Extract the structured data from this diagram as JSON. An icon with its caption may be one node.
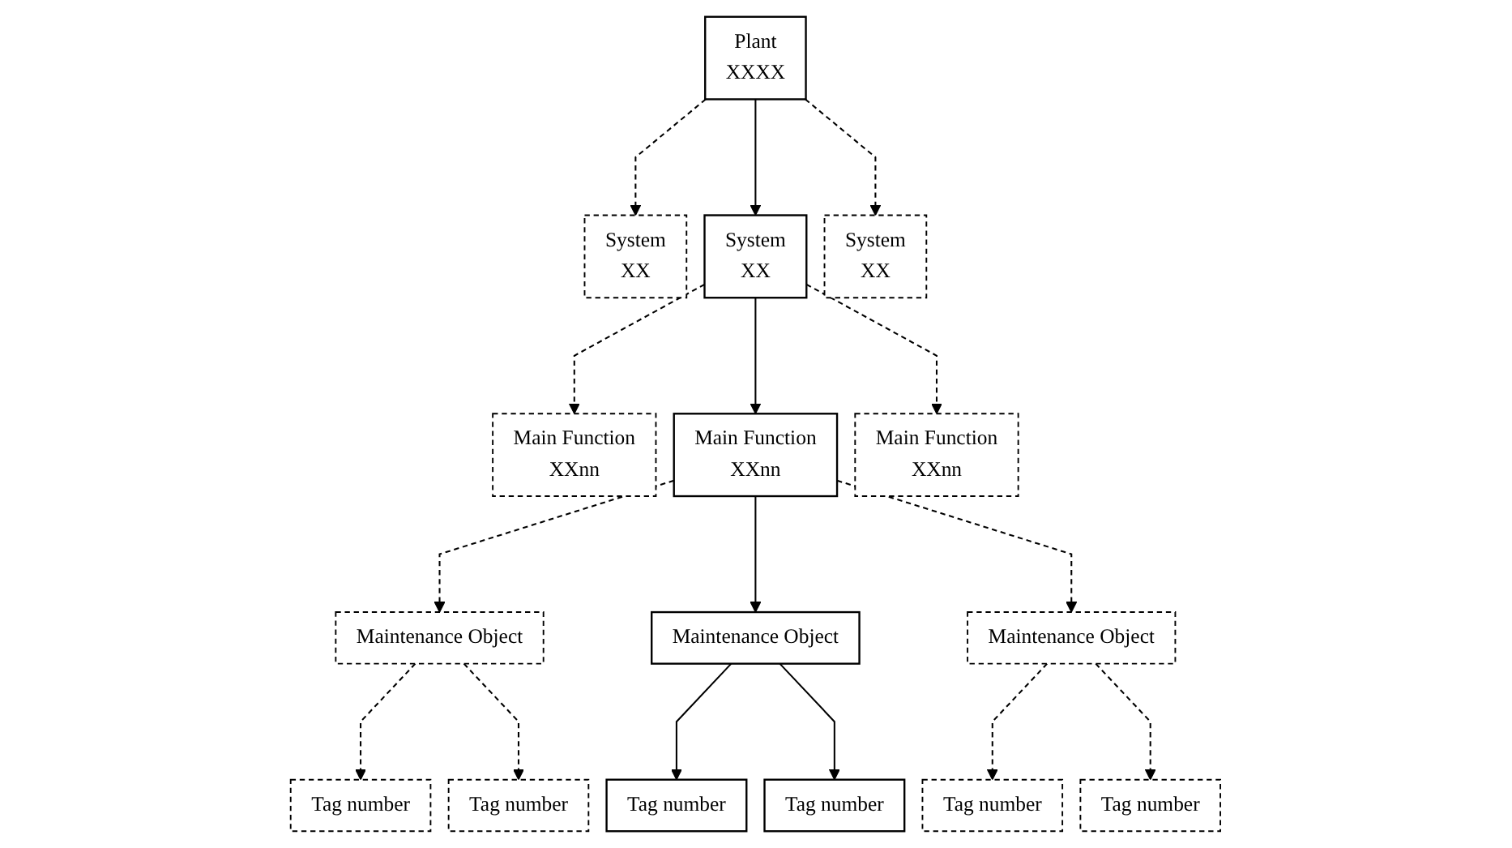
{
  "diagram": {
    "nodes": [
      {
        "text": [
          "Plant",
          "XXXX"
        ]
      },
      {
        "text": [
          "System",
          "XX"
        ]
      },
      {
        "text": [
          "System",
          "XX"
        ]
      },
      {
        "text": [
          "System",
          "XX"
        ]
      },
      {
        "text": [
          "Main Function",
          "XXnn"
        ]
      },
      {
        "text": [
          "Main Function",
          "XXnn"
        ]
      },
      {
        "text": [
          "Main Function",
          "XXnn"
        ]
      },
      {
        "text": [
          "Maintenance Object"
        ]
      },
      {
        "text": [
          "Maintenance Object"
        ]
      },
      {
        "text": [
          "Maintenance Object"
        ]
      },
      {
        "text": [
          "Tag number"
        ]
      },
      {
        "text": [
          "Tag number"
        ]
      },
      {
        "text": [
          "Tag number"
        ]
      },
      {
        "text": [
          "Tag number"
        ]
      },
      {
        "text": [
          "Tag number"
        ]
      },
      {
        "text": [
          "Tag number"
        ]
      }
    ],
    "edges": [
      {
        "from": 0,
        "to": 1,
        "arrow": "to",
        "style": "dashed"
      },
      {
        "from": 0,
        "to": 2,
        "arrow": "to"
      },
      {
        "from": 0,
        "to": 3,
        "arrow": "to",
        "style": "dashed"
      },
      {
        "from": 2,
        "to": 4,
        "arrow": "to",
        "style": "dashed"
      },
      {
        "from": 2,
        "to": 5,
        "arrow": "to"
      },
      {
        "from": 2,
        "to": 6,
        "arrow": "to",
        "style": "dashed"
      },
      {
        "from": 5,
        "to": 7,
        "arrow": "to",
        "style": "dashed"
      },
      {
        "from": 5,
        "to": 8,
        "arrow": "to"
      },
      {
        "from": 5,
        "to": 9,
        "arrow": "to",
        "style": "dashed"
      },
      {
        "from": 7,
        "to": 10,
        "arrow": "to",
        "style": "dashed"
      },
      {
        "from": 7,
        "to": 11,
        "arrow": "to",
        "style": "dashed"
      },
      {
        "from": 8,
        "to": 12,
        "arrow": "to"
      },
      {
        "from": 8,
        "to": 13,
        "arrow": "to"
      },
      {
        "from": 9,
        "to": 14,
        "arrow": "to",
        "style": "dashed"
      },
      {
        "from": 9,
        "to": 15,
        "arrow": "to",
        "style": "dashed"
      }
    ]
  }
}
